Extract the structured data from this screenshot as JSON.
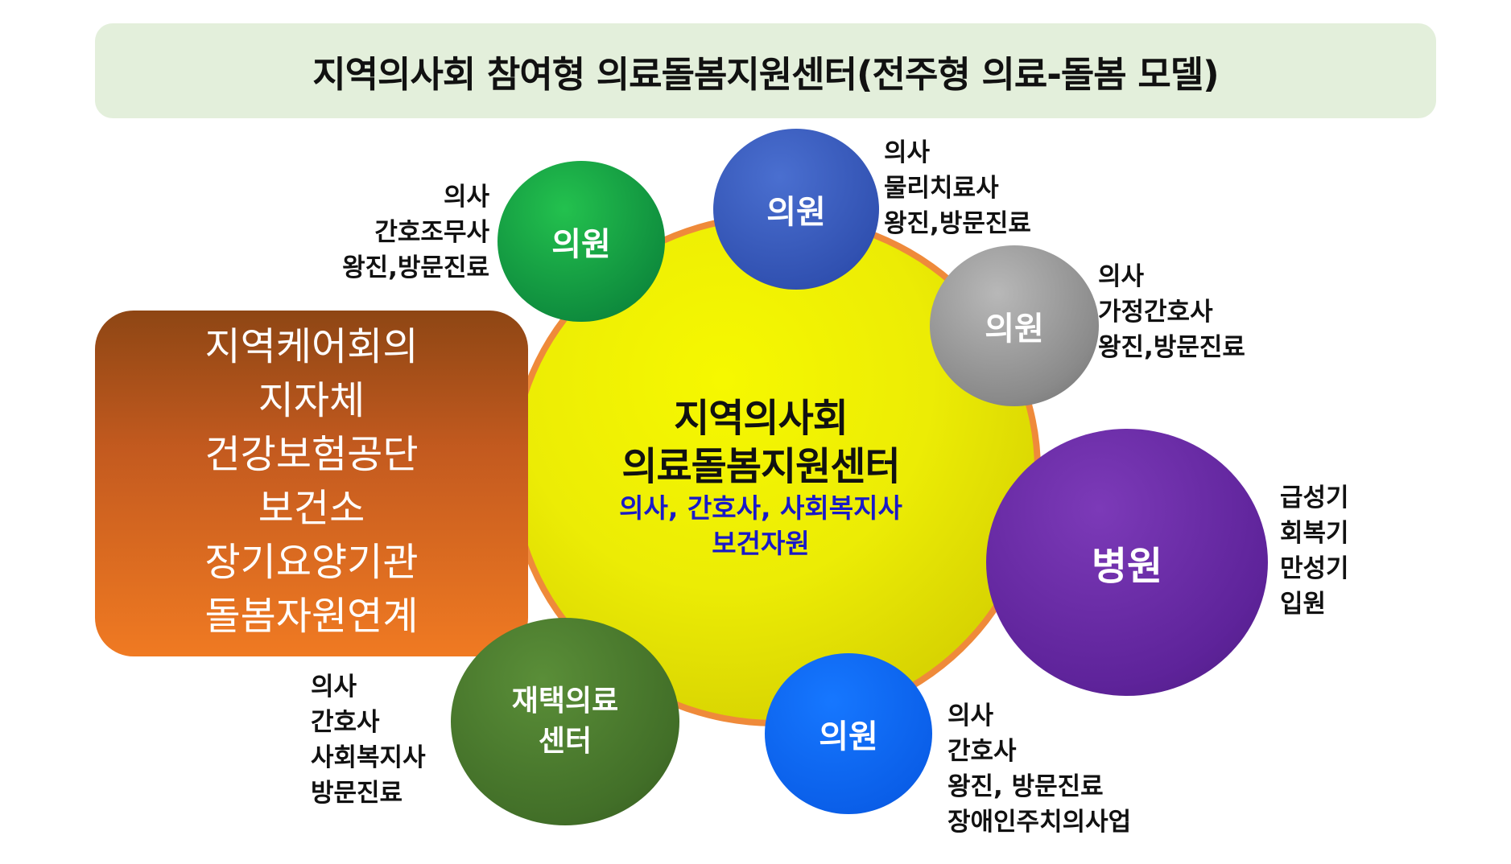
{
  "title": "지역의사회 참여형 의료돌봄지원센터(전주형 의료-돌봄 모델)",
  "center": {
    "line1": "지역의사회",
    "line2": "의료돌봄지원센터",
    "line3": "의사, 간호사, 사회복지사",
    "line4": "보건자원"
  },
  "organizations": [
    "지역케어회의",
    "지자체",
    "건강보험공단",
    "보건소",
    "장기요양기관",
    "돌봄자원연계"
  ],
  "nodes": {
    "clinic_green": {
      "label": "의원",
      "color": "#0e8b3d",
      "details": [
        "의사",
        "간호조무사",
        "왕진,방문진료"
      ]
    },
    "clinic_blue": {
      "label": "의원",
      "color": "#3050b0",
      "details": [
        "의사",
        "물리치료사",
        "왕진,방문진료"
      ]
    },
    "clinic_gray": {
      "label": "의원",
      "color": "#8a8a8a",
      "details": [
        "의사",
        "가정간호사",
        "왕진,방문진료"
      ]
    },
    "hospital": {
      "label": "병원",
      "color": "#5e239a",
      "details": [
        "급성기",
        "회복기",
        "만성기",
        "입원"
      ]
    },
    "clinic_blue2": {
      "label": "의원",
      "color": "#0a5ee8",
      "details": [
        "의사",
        "간호사",
        "왕진, 방문진료",
        "장애인주치의사업"
      ]
    },
    "home_care": {
      "label_line1": "재택의료",
      "label_line2": "센터",
      "color": "#426f28",
      "details": [
        "의사",
        "간호사",
        "사회복지사",
        "방문진료"
      ]
    }
  },
  "colors": {
    "title_bg": "#e3efdb",
    "center_fill": "#ecec05",
    "center_ring": "#ef8a3a",
    "org_box": "#c35a1f",
    "center_subtext": "#1919c8"
  }
}
